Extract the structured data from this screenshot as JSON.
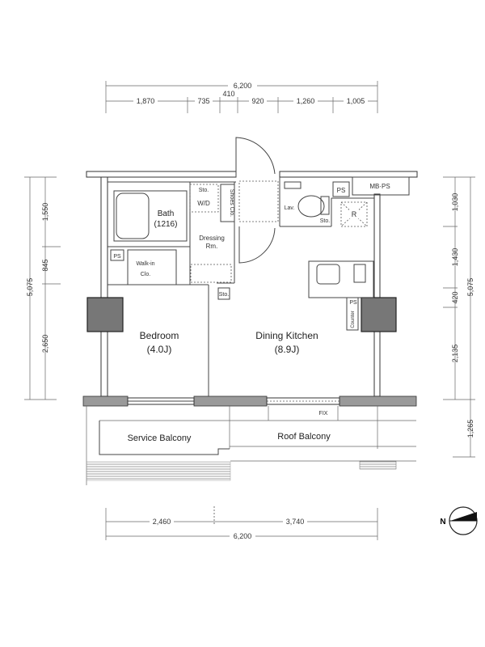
{
  "dimensions": {
    "top_total": "6,200",
    "top_segments": [
      "1,870",
      "735",
      "410",
      "920",
      "1,260",
      "1,005"
    ],
    "left_total": "5,075",
    "left_segments": [
      "1,550",
      "845",
      "2,650"
    ],
    "right_total": "5,075",
    "right_segments": [
      "1,030",
      "1,430",
      "420",
      "2,135"
    ],
    "right_balcony": "1,265",
    "bottom_segments": [
      "2,460",
      "3,740"
    ],
    "bottom_total": "6,200"
  },
  "rooms": {
    "bath": "Bath",
    "bath_size": "(1216)",
    "wd": "W/D",
    "sto": "Sto.",
    "shoes": "Shoes Clo.",
    "dressing": "Dressing",
    "dressing2": "Rm.",
    "ps_left": "PS",
    "walkin": "Walk-in",
    "walkin2": "Clo.",
    "sto2": "Sto.",
    "lav": "Lav.",
    "sto3": "Sto.",
    "ps_top": "PS",
    "mbps": "MB·PS",
    "fridge": "R",
    "ps_right": "PS",
    "counter": "Counter",
    "bedroom": "Bedroom",
    "bedroom_size": "(4.0J)",
    "dining": "Dining Kitchen",
    "dining_size": "(8.9J)",
    "fix": "FIX",
    "service_balcony": "Service Balcony",
    "roof_balcony": "Roof Balcony"
  },
  "compass": {
    "label": "N"
  }
}
